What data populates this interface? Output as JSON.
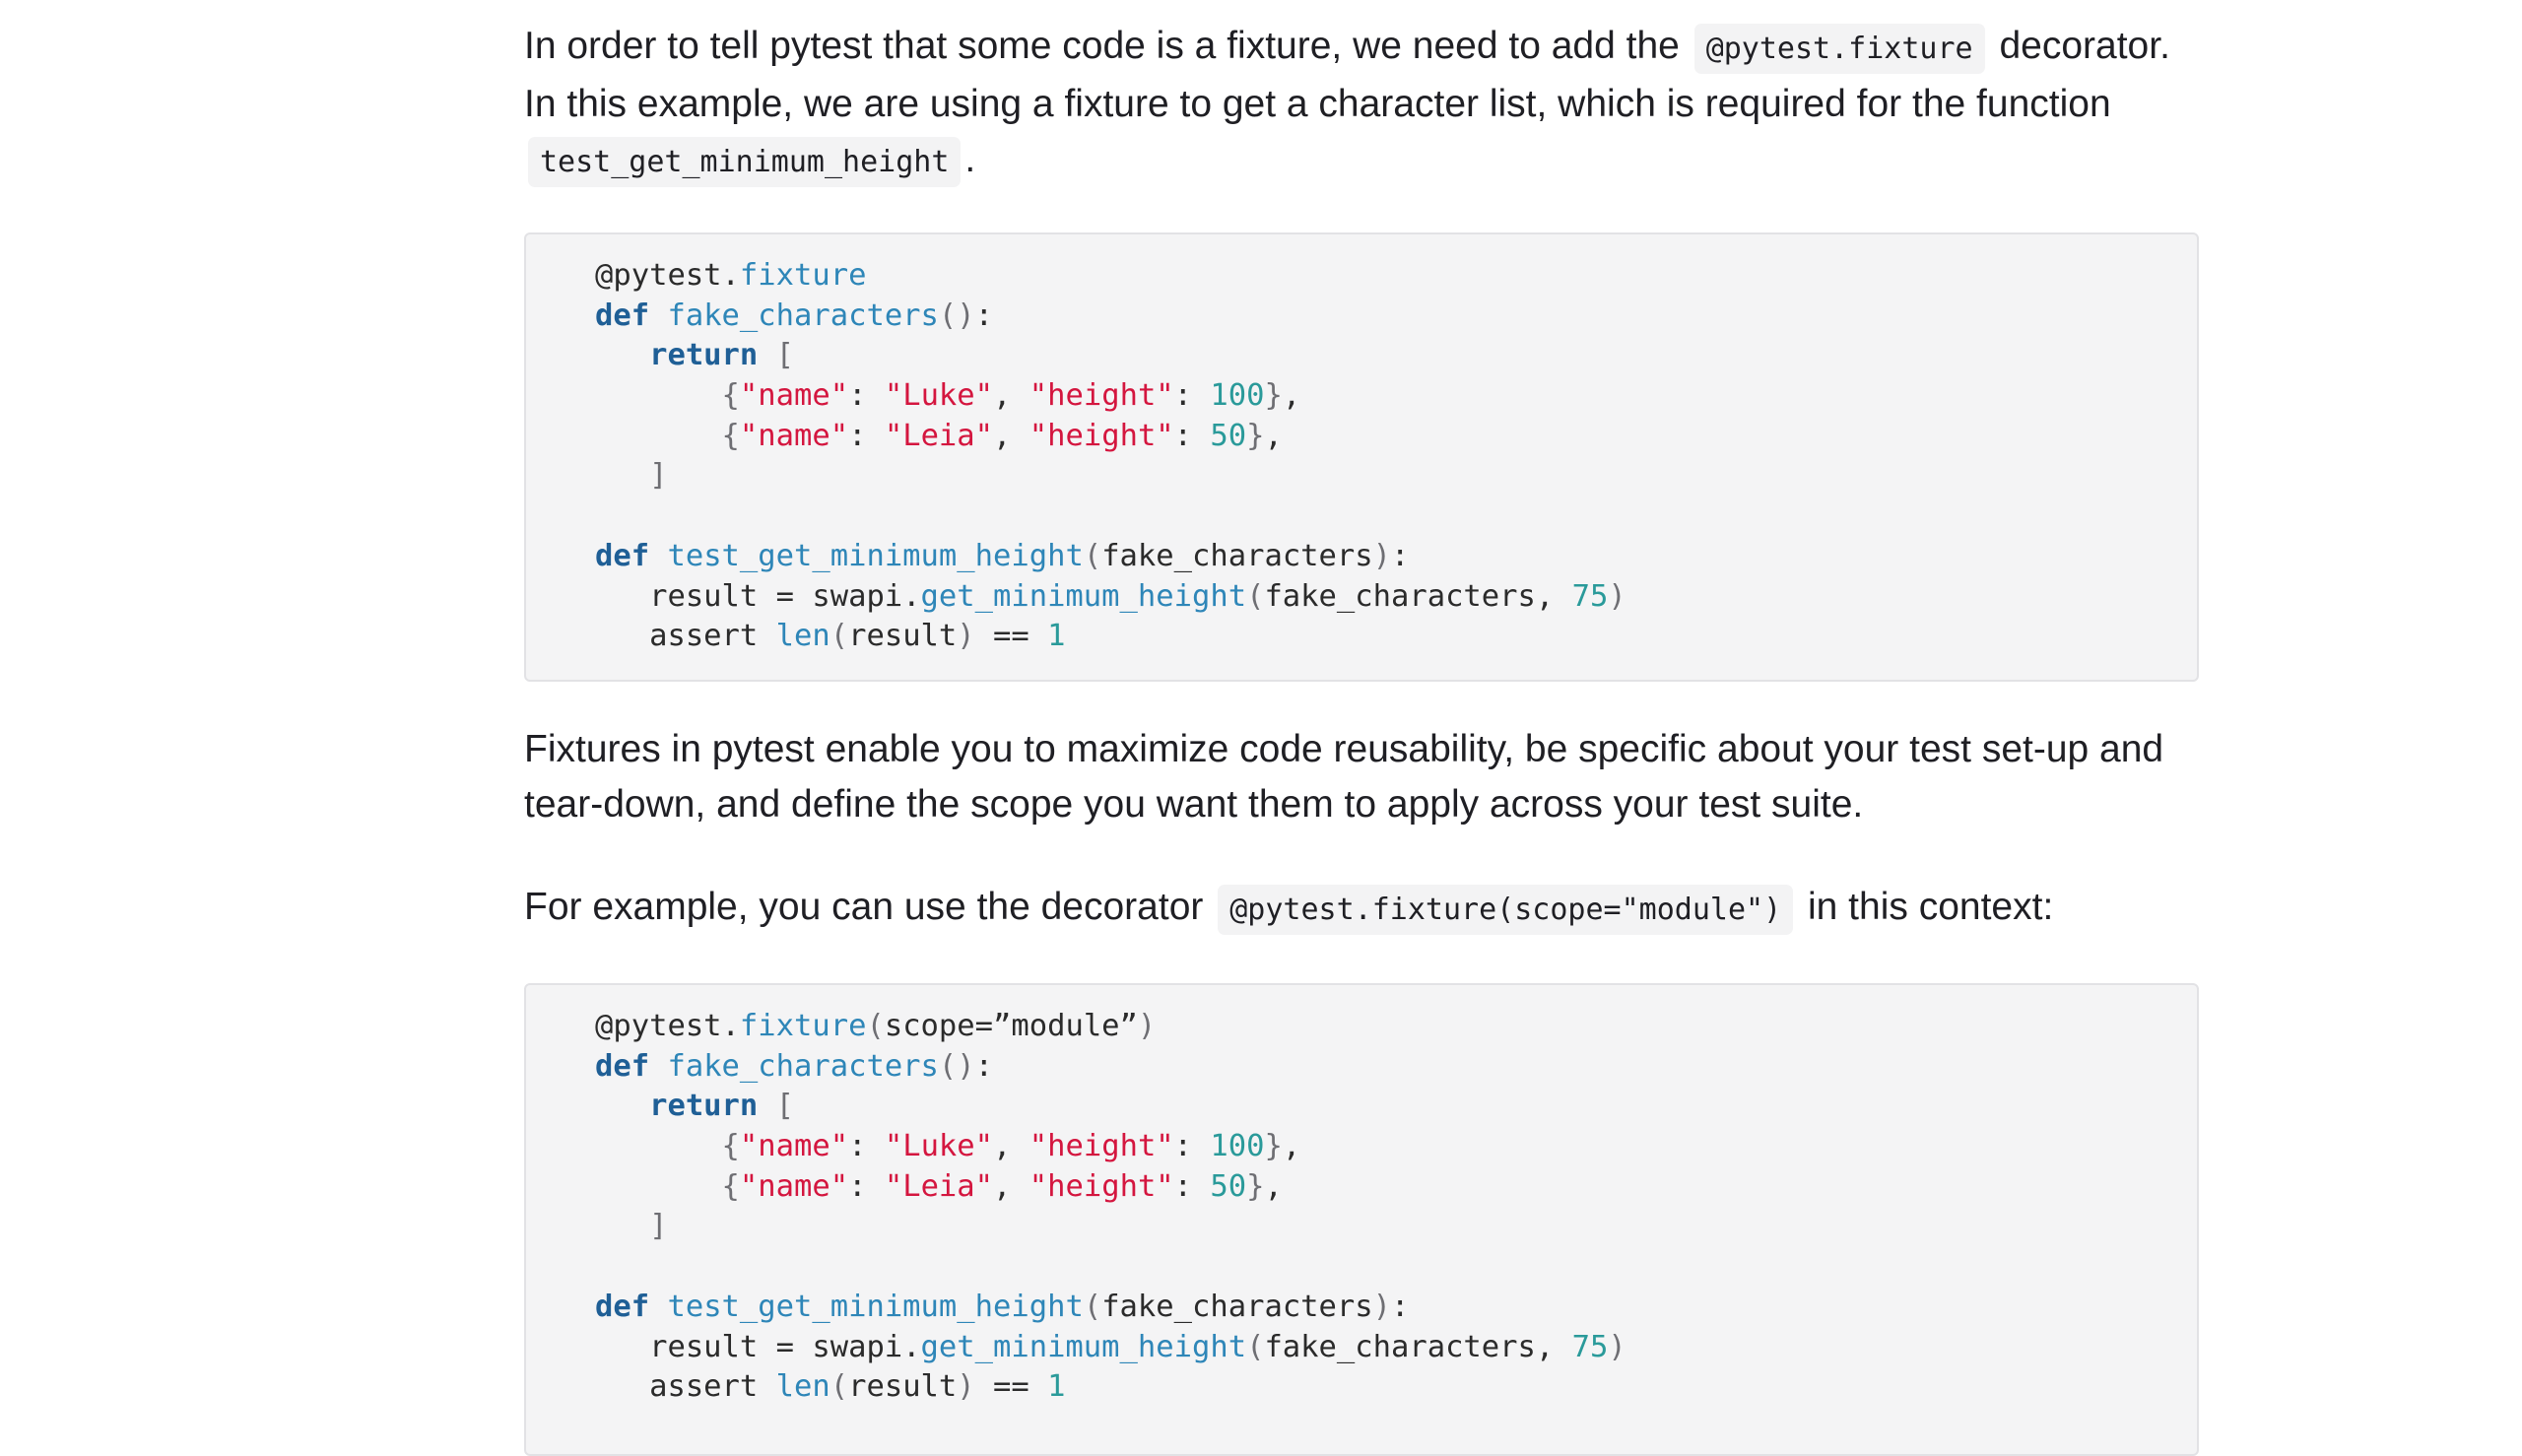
{
  "paragraph1": {
    "text_a": "In order to tell pytest that some code is a fixture, we need to add the",
    "code_a": "@pytest.fixture",
    "text_b": "decorator. In this example, we are using a fixture to get a character list, which is required for the function",
    "code_b": "test_get_minimum_height",
    "text_c": "."
  },
  "codeblock1": {
    "lines": [
      [
        {
          "t": "txt",
          "v": "@pytest."
        },
        {
          "t": "fn",
          "v": "fixture"
        }
      ],
      [
        {
          "t": "kw",
          "v": "def"
        },
        {
          "t": "txt",
          "v": " "
        },
        {
          "t": "fn",
          "v": "fake_characters"
        },
        {
          "t": "punc",
          "v": "()"
        },
        {
          "t": "txt",
          "v": ":"
        }
      ],
      [
        {
          "t": "txt",
          "v": "   "
        },
        {
          "t": "kw",
          "v": "return"
        },
        {
          "t": "txt",
          "v": " "
        },
        {
          "t": "punc",
          "v": "["
        }
      ],
      [
        {
          "t": "txt",
          "v": "       "
        },
        {
          "t": "punc",
          "v": "{"
        },
        {
          "t": "str",
          "v": "\"name\""
        },
        {
          "t": "txt",
          "v": ": "
        },
        {
          "t": "str",
          "v": "\"Luke\""
        },
        {
          "t": "txt",
          "v": ", "
        },
        {
          "t": "str",
          "v": "\"height\""
        },
        {
          "t": "txt",
          "v": ": "
        },
        {
          "t": "num",
          "v": "100"
        },
        {
          "t": "punc",
          "v": "}"
        },
        {
          "t": "txt",
          "v": ","
        }
      ],
      [
        {
          "t": "txt",
          "v": "       "
        },
        {
          "t": "punc",
          "v": "{"
        },
        {
          "t": "str",
          "v": "\"name\""
        },
        {
          "t": "txt",
          "v": ": "
        },
        {
          "t": "str",
          "v": "\"Leia\""
        },
        {
          "t": "txt",
          "v": ", "
        },
        {
          "t": "str",
          "v": "\"height\""
        },
        {
          "t": "txt",
          "v": ": "
        },
        {
          "t": "num",
          "v": "50"
        },
        {
          "t": "punc",
          "v": "}"
        },
        {
          "t": "txt",
          "v": ","
        }
      ],
      [
        {
          "t": "txt",
          "v": "   "
        },
        {
          "t": "punc",
          "v": "]"
        }
      ],
      [],
      [
        {
          "t": "kw",
          "v": "def"
        },
        {
          "t": "txt",
          "v": " "
        },
        {
          "t": "fn",
          "v": "test_get_minimum_height"
        },
        {
          "t": "punc",
          "v": "("
        },
        {
          "t": "txt",
          "v": "fake_characters"
        },
        {
          "t": "punc",
          "v": ")"
        },
        {
          "t": "txt",
          "v": ":"
        }
      ],
      [
        {
          "t": "txt",
          "v": "   result = swapi."
        },
        {
          "t": "fn",
          "v": "get_minimum_height"
        },
        {
          "t": "punc",
          "v": "("
        },
        {
          "t": "txt",
          "v": "fake_characters, "
        },
        {
          "t": "num",
          "v": "75"
        },
        {
          "t": "punc",
          "v": ")"
        }
      ],
      [
        {
          "t": "txt",
          "v": "   assert "
        },
        {
          "t": "fn",
          "v": "len"
        },
        {
          "t": "punc",
          "v": "("
        },
        {
          "t": "txt",
          "v": "result"
        },
        {
          "t": "punc",
          "v": ")"
        },
        {
          "t": "txt",
          "v": " == "
        },
        {
          "t": "num",
          "v": "1"
        }
      ]
    ]
  },
  "paragraph2": {
    "text": "Fixtures in pytest enable you to maximize code reusability, be specific about your test set-up and tear-down, and define the scope you want them to apply across your test suite."
  },
  "paragraph3": {
    "text_a": "For example, you can use the decorator",
    "code_a": "@pytest.fixture(scope=\"module\")",
    "text_b": "in this context:"
  },
  "codeblock2": {
    "lines": [
      [
        {
          "t": "txt",
          "v": "@pytest."
        },
        {
          "t": "fn",
          "v": "fixture"
        },
        {
          "t": "punc",
          "v": "("
        },
        {
          "t": "txt",
          "v": "scope=”module”"
        },
        {
          "t": "punc",
          "v": ")"
        }
      ],
      [
        {
          "t": "kw",
          "v": "def"
        },
        {
          "t": "txt",
          "v": " "
        },
        {
          "t": "fn",
          "v": "fake_characters"
        },
        {
          "t": "punc",
          "v": "()"
        },
        {
          "t": "txt",
          "v": ":"
        }
      ],
      [
        {
          "t": "txt",
          "v": "   "
        },
        {
          "t": "kw",
          "v": "return"
        },
        {
          "t": "txt",
          "v": " "
        },
        {
          "t": "punc",
          "v": "["
        }
      ],
      [
        {
          "t": "txt",
          "v": "       "
        },
        {
          "t": "punc",
          "v": "{"
        },
        {
          "t": "str",
          "v": "\"name\""
        },
        {
          "t": "txt",
          "v": ": "
        },
        {
          "t": "str",
          "v": "\"Luke\""
        },
        {
          "t": "txt",
          "v": ", "
        },
        {
          "t": "str",
          "v": "\"height\""
        },
        {
          "t": "txt",
          "v": ": "
        },
        {
          "t": "num",
          "v": "100"
        },
        {
          "t": "punc",
          "v": "}"
        },
        {
          "t": "txt",
          "v": ","
        }
      ],
      [
        {
          "t": "txt",
          "v": "       "
        },
        {
          "t": "punc",
          "v": "{"
        },
        {
          "t": "str",
          "v": "\"name\""
        },
        {
          "t": "txt",
          "v": ": "
        },
        {
          "t": "str",
          "v": "\"Leia\""
        },
        {
          "t": "txt",
          "v": ", "
        },
        {
          "t": "str",
          "v": "\"height\""
        },
        {
          "t": "txt",
          "v": ": "
        },
        {
          "t": "num",
          "v": "50"
        },
        {
          "t": "punc",
          "v": "}"
        },
        {
          "t": "txt",
          "v": ","
        }
      ],
      [
        {
          "t": "txt",
          "v": "   "
        },
        {
          "t": "punc",
          "v": "]"
        }
      ],
      [],
      [
        {
          "t": "kw",
          "v": "def"
        },
        {
          "t": "txt",
          "v": " "
        },
        {
          "t": "fn",
          "v": "test_get_minimum_height"
        },
        {
          "t": "punc",
          "v": "("
        },
        {
          "t": "txt",
          "v": "fake_characters"
        },
        {
          "t": "punc",
          "v": ")"
        },
        {
          "t": "txt",
          "v": ":"
        }
      ],
      [
        {
          "t": "txt",
          "v": "   result = swapi."
        },
        {
          "t": "fn",
          "v": "get_minimum_height"
        },
        {
          "t": "punc",
          "v": "("
        },
        {
          "t": "txt",
          "v": "fake_characters, "
        },
        {
          "t": "num",
          "v": "75"
        },
        {
          "t": "punc",
          "v": ")"
        }
      ],
      [
        {
          "t": "txt",
          "v": "   assert "
        },
        {
          "t": "fn",
          "v": "len"
        },
        {
          "t": "punc",
          "v": "("
        },
        {
          "t": "txt",
          "v": "result"
        },
        {
          "t": "punc",
          "v": ")"
        },
        {
          "t": "txt",
          "v": " == "
        },
        {
          "t": "num",
          "v": "1"
        }
      ]
    ]
  }
}
